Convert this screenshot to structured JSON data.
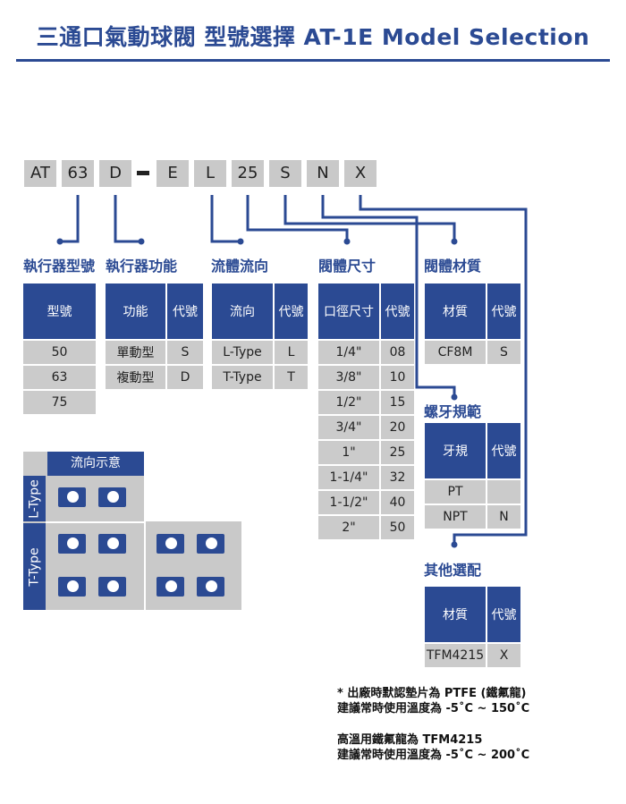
{
  "title": "三通口氣動球閥 型號選擇 AT-1E Model Selection",
  "code": [
    "AT",
    "63",
    "D",
    "E",
    "L",
    "25",
    "S",
    "N",
    "X"
  ],
  "colors": {
    "brand": "#2b4a93",
    "cell": "#cbcbcb"
  },
  "sections": {
    "model": {
      "label": "執行器型號",
      "headers": [
        "型號"
      ],
      "rows": [
        [
          "50"
        ],
        [
          "63"
        ],
        [
          "75"
        ]
      ]
    },
    "function": {
      "label": "執行器功能",
      "headers": [
        "功能",
        "代號"
      ],
      "rows": [
        [
          "單動型",
          "S"
        ],
        [
          "複動型",
          "D"
        ]
      ]
    },
    "flow": {
      "label": "流體流向",
      "headers": [
        "流向",
        "代號"
      ],
      "rows": [
        [
          "L-Type",
          "L"
        ],
        [
          "T-Type",
          "T"
        ]
      ]
    },
    "size": {
      "label": "閥體尺寸",
      "headers": [
        "口徑尺寸",
        "代號"
      ],
      "rows": [
        [
          "1/4\"",
          "08"
        ],
        [
          "3/8\"",
          "10"
        ],
        [
          "1/2\"",
          "15"
        ],
        [
          "3/4\"",
          "20"
        ],
        [
          "1\"",
          "25"
        ],
        [
          "1-1/4\"",
          "32"
        ],
        [
          "1-1/2\"",
          "40"
        ],
        [
          "2\"",
          "50"
        ]
      ]
    },
    "material": {
      "label": "閥體材質",
      "headers": [
        "材質",
        "代號"
      ],
      "rows": [
        [
          "CF8M",
          "S"
        ]
      ]
    },
    "thread": {
      "label": "螺牙規範",
      "headers": [
        "牙規",
        "代號"
      ],
      "rows": [
        [
          "PT",
          ""
        ],
        [
          "NPT",
          "N"
        ]
      ]
    },
    "other": {
      "label": "其他選配",
      "headers": [
        "材質",
        "代號"
      ],
      "rows": [
        [
          "TFM4215",
          "X"
        ]
      ]
    }
  },
  "flow_diagram": {
    "title": "流向示意",
    "l_type": "L-Type",
    "t_type": "T-Type"
  },
  "notes": {
    "line1": "* 出廠時默認墊片為 PTFE (鐵氟龍)",
    "line2": "建議常時使用溫度為 -5˚C ~ 150˚C",
    "line3": "高溫用鐵氟龍為 TFM4215",
    "line4": "建議常時使用溫度為 -5˚C ~ 200˚C"
  }
}
